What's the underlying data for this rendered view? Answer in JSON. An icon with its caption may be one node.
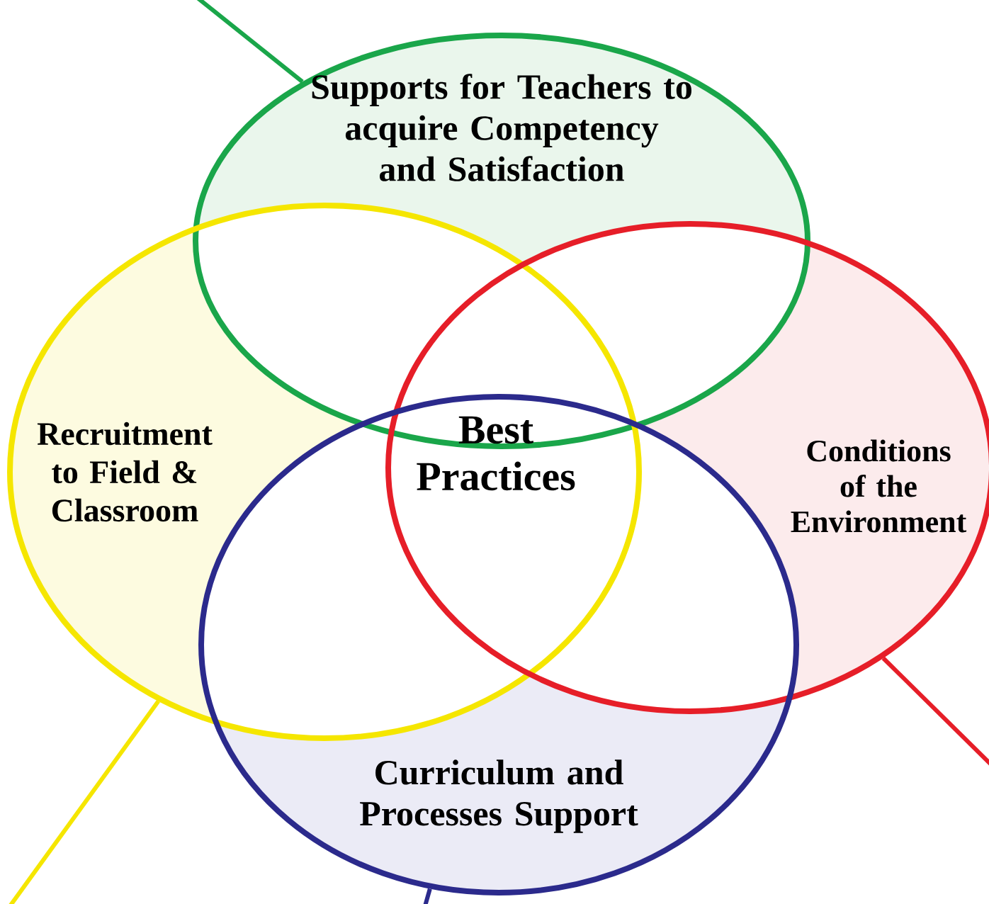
{
  "diagram": {
    "nodes": [
      {
        "text": [
          "Supports for Teachers to acquire Competency and Satisfaction"
        ]
      },
      {
        "text": [
          "Recruitment to Field & Classroom"
        ]
      },
      {
        "text": [
          "Conditions of the Environment"
        ]
      },
      {
        "text": [
          "Curriculum and Processes Support"
        ]
      }
    ],
    "edges": [
      {
        "from": 0,
        "to": null,
        "arrow": "none",
        "color": "#1aa64a"
      },
      {
        "from": 1,
        "to": null,
        "arrow": "none",
        "color": "#f5e600"
      },
      {
        "from": 2,
        "to": null,
        "arrow": "none",
        "color": "#e61e28"
      },
      {
        "from": 3,
        "to": null,
        "arrow": "none",
        "color": "#2b2a8c"
      }
    ],
    "labels": [
      "Best Practices"
    ]
  }
}
